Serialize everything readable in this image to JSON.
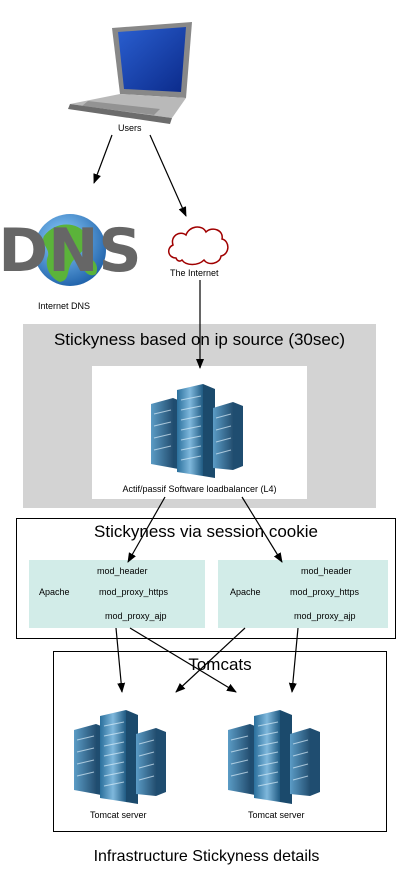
{
  "nodes": {
    "users": "Users",
    "dns_logo": "DNS",
    "internet_dns": "Internet DNS",
    "internet": "The Internet",
    "loadbalancer": "Actif/passif Software loadbalancer (L4)",
    "tomcat_1": "Tomcat server",
    "tomcat_2": "Tomcat server"
  },
  "clusters": {
    "ip_stickyness": "Stickyness based on ip source (30sec)",
    "session_cookie": "Stickyness via session cookie",
    "tomcats": "Tomcats"
  },
  "apache": [
    {
      "name": "Apache",
      "modules": [
        "mod_header",
        "mod_proxy_https",
        "mod_proxy_ajp"
      ]
    },
    {
      "name": "Apache",
      "modules": [
        "mod_header",
        "mod_proxy_https",
        "mod_proxy_ajp"
      ]
    }
  ],
  "footer": "Infrastructure Stickyness details",
  "colors": {
    "lb_cluster_bg": "#d3d3d3",
    "apache_bg": "#d2ece8",
    "server_blue": "#4a8fb8",
    "cloud_red": "#a00000",
    "dns_gray": "#666666",
    "globe_blue": "#2f7fc8",
    "globe_green": "#5bb33a"
  },
  "icons": [
    "laptop-icon",
    "dns-globe-icon",
    "cloud-icon",
    "server-cluster-icon"
  ]
}
